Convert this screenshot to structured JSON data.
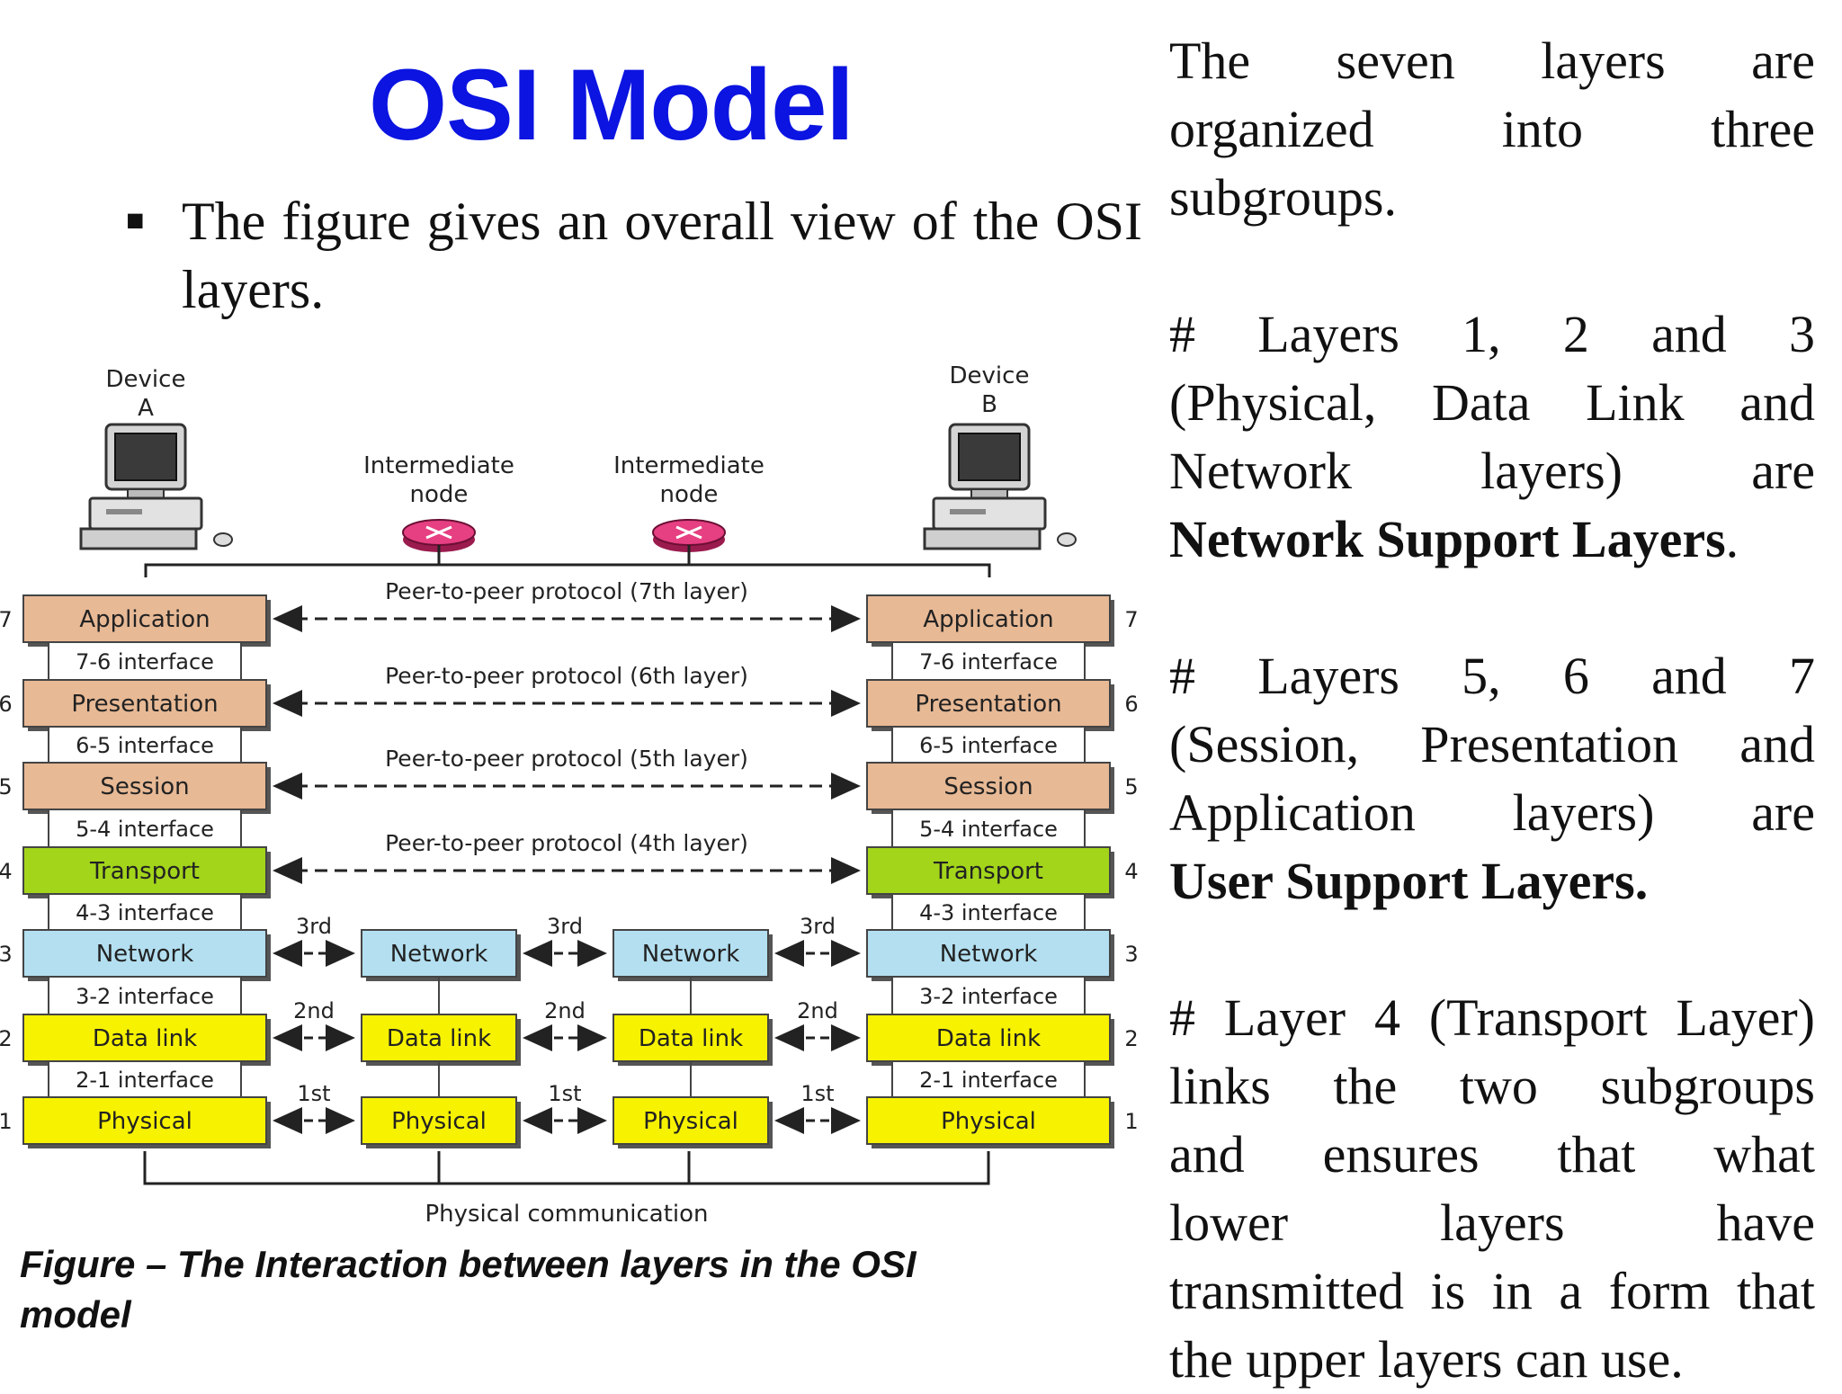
{
  "title": "OSI Model",
  "bullet": "The figure gives an overall view of the OSI layers.",
  "caption": "Figure – The Interaction between layers in the OSI model",
  "right": {
    "intro": [
      "The seven layers are",
      "organized into three",
      "subgroups."
    ],
    "p1": [
      "# Layers 1, 2 and 3",
      "(Physical, Data Link and",
      "Network layers) are"
    ],
    "p1_bold": "Network Support Layers",
    "p1_end": ".",
    "p2": [
      "# Layers 5, 6 and 7",
      "(Session, Presentation and",
      "Application layers) are"
    ],
    "p2_bold": "User Support Layers.",
    "p3": [
      "# Layer 4 (Transport Layer)",
      "links the two subgroups",
      "and ensures that what",
      "lower layers have",
      "transmitted is in a form that",
      "the upper layers can use."
    ]
  },
  "figure": {
    "device_a": [
      "Device",
      "A"
    ],
    "device_b": [
      "Device",
      "B"
    ],
    "intermediate": [
      "Intermediate",
      "node"
    ],
    "layers": [
      {
        "num": "7",
        "name": "Application",
        "color": "#e7b995"
      },
      {
        "num": "6",
        "name": "Presentation",
        "color": "#e7b995"
      },
      {
        "num": "5",
        "name": "Session",
        "color": "#e7b995"
      },
      {
        "num": "4",
        "name": "Transport",
        "color": "#a3d51b"
      },
      {
        "num": "3",
        "name": "Network",
        "color": "#b3dff0"
      },
      {
        "num": "2",
        "name": "Data link",
        "color": "#f7f200"
      },
      {
        "num": "1",
        "name": "Physical",
        "color": "#f7f200"
      }
    ],
    "interfaces": [
      "7-6 interface",
      "6-5 interface",
      "5-4 interface",
      "4-3 interface",
      "3-2 interface",
      "2-1 interface"
    ],
    "peer": [
      "Peer-to-peer protocol (7th layer)",
      "Peer-to-peer protocol (6th layer)",
      "Peer-to-peer protocol (5th layer)",
      "Peer-to-peer protocol (4th layer)"
    ],
    "hop_labels": [
      "3rd",
      "2nd",
      "1st"
    ],
    "mid_layers": [
      "Network",
      "Data link",
      "Physical"
    ],
    "physical": "Physical communication"
  }
}
